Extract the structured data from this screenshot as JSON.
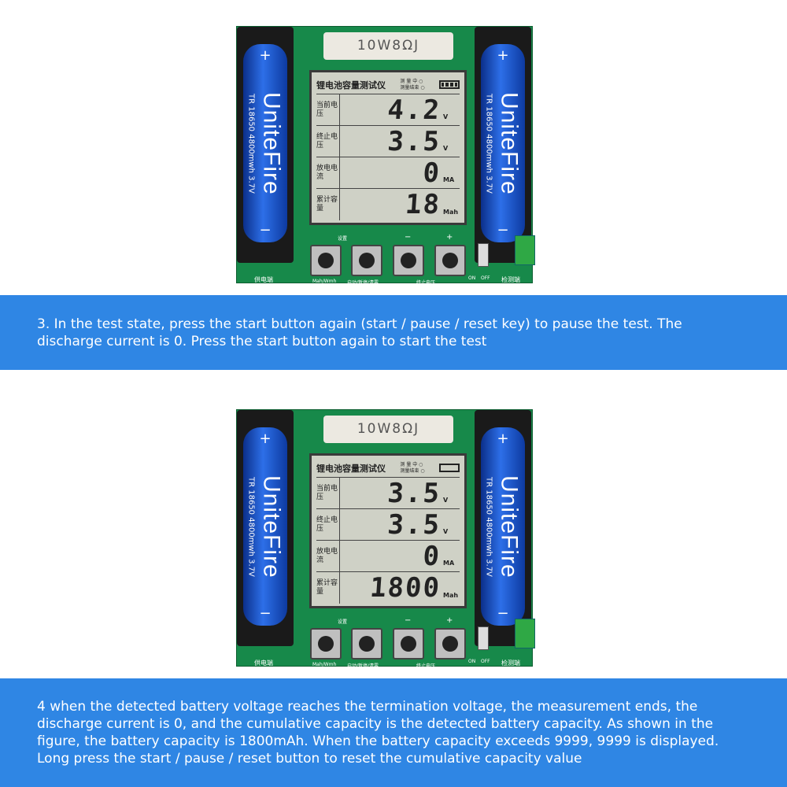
{
  "panels": [
    {
      "resistor": "10W8ΩJ",
      "title": "锂电池容量测试仪",
      "status1": "测 量 中",
      "status2": "测量结束",
      "battery_icon": "full",
      "rows": [
        {
          "label": "当前电压",
          "value": "4.2",
          "unit": "V"
        },
        {
          "label": "终止电压",
          "value": "3.5",
          "unit": "V"
        },
        {
          "label": "放电电流",
          "value": "0",
          "unit": "MA"
        },
        {
          "label": "累计容量",
          "value": "18",
          "unit": "Mah"
        }
      ],
      "buttons": {
        "set": "设置",
        "minus": "−",
        "plus": "+",
        "b1": "Mah/Wmh",
        "b2": "启动/暂停/清零",
        "b3": "终止电压",
        "power": "供电端",
        "test": "检测端",
        "on": "ON",
        "off": "OFF"
      },
      "battery": {
        "brand": "UniteFire",
        "spec": "TR 18650 4800mwh 3.7V",
        "plus": "+",
        "minus": "−"
      }
    },
    {
      "resistor": "10W8ΩJ",
      "title": "锂电池容量测试仪",
      "status1": "测 量 中",
      "status2": "测量结束",
      "battery_icon": "empty",
      "rows": [
        {
          "label": "当前电压",
          "value": "3.5",
          "unit": "V"
        },
        {
          "label": "终止电压",
          "value": "3.5",
          "unit": "V"
        },
        {
          "label": "放电电流",
          "value": "0",
          "unit": "MA"
        },
        {
          "label": "累计容量",
          "value": "1800",
          "unit": "Mah"
        }
      ],
      "buttons": {
        "set": "设置",
        "minus": "−",
        "plus": "+",
        "b1": "Mah/Wmh",
        "b2": "启动/暂停/清零",
        "b3": "终止电压",
        "power": "供电端",
        "test": "检测端",
        "on": "ON",
        "off": "OFF"
      },
      "battery": {
        "brand": "UniteFire",
        "spec": "TR 18650 4800mwh 3.7V",
        "plus": "+",
        "minus": "−"
      }
    }
  ],
  "captions": [
    "3. In the test state, press the start button again (start / pause / reset key) to pause the test. The discharge current is 0. Press the start button again to start the test",
    "4 when the detected battery voltage reaches the termination voltage, the measurement ends, the discharge current is 0, and the cumulative capacity is the detected battery capacity. As shown in the figure, the battery capacity is 1800mAh. When the battery capacity exceeds 9999, 9999 is displayed. Long press the start / pause / reset button to reset the cumulative capacity value"
  ],
  "colors": {
    "band": "#2f86e4",
    "pcb": "#17894a",
    "battery": "#2d6fe8"
  }
}
